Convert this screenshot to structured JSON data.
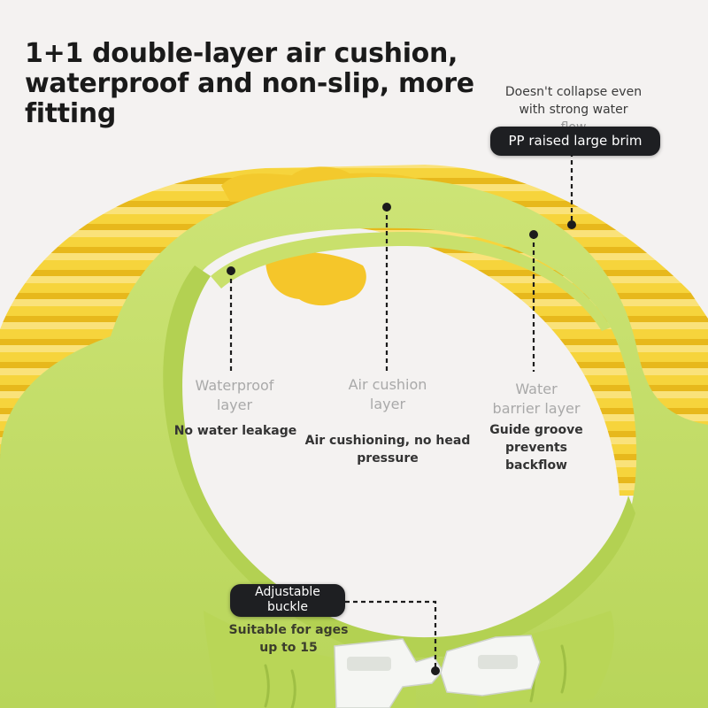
{
  "headline": {
    "line1": "1+1 double-layer air cushion,",
    "line2": "waterproof and non-slip, more",
    "line3": "fitting"
  },
  "brim": {
    "note_line1": "Doesn't collapse even",
    "note_line2": "with strong water",
    "note_line3": "flow",
    "pill": "PP raised large brim"
  },
  "waterproof_layer": {
    "title_line1": "Waterproof",
    "title_line2": "layer",
    "note": "No water leakage"
  },
  "air_cushion_layer": {
    "title_line1": "Air cushion",
    "title_line2": "layer",
    "note_line1": "Air cushioning, no head",
    "note_line2": "pressure"
  },
  "water_barrier_layer": {
    "title_line1": "Water",
    "title_line2": "barrier layer",
    "note_line1": "Guide groove",
    "note_line2": "prevents",
    "note_line3": "backflow"
  },
  "buckle": {
    "pill_line1": "Adjustable",
    "pill_line2": "buckle",
    "note_line1": "Suitable for ages",
    "note_line2": "up to 15"
  },
  "colors": {
    "background": "#f4f2f1",
    "cushion_yellow": "#f6d43c",
    "cushion_yellow_dark": "#e9b91f",
    "brim_green": "#c4de66",
    "brim_green_dark": "#a8c84a",
    "label_pill": "#1e1f22"
  },
  "icons": {
    "buckle": "white-plastic-buckle",
    "leader_dot": "black-dot"
  }
}
